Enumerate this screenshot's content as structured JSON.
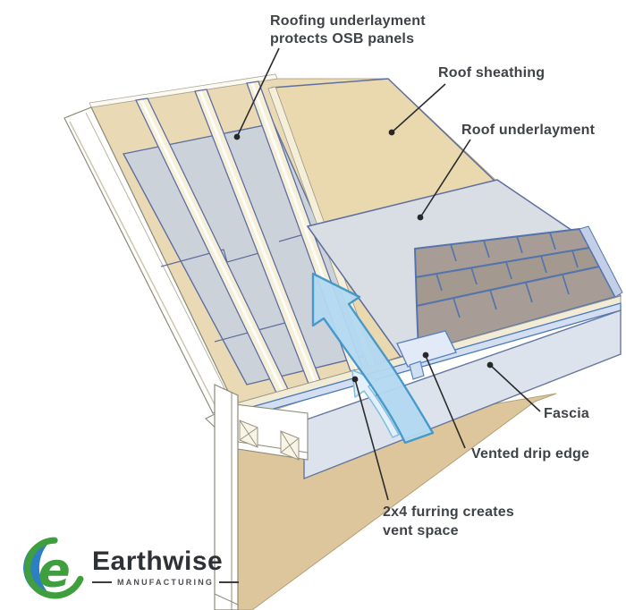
{
  "diagram": {
    "labels": {
      "roofing_underlayment_line1": "Roofing underlayment",
      "roofing_underlayment_line2": "protects OSB panels",
      "roof_sheathing": "Roof sheathing",
      "roof_underlayment": "Roof underlayment",
      "fascia": "Fascia",
      "vented_drip_edge": "Vented drip edge",
      "furring_line1": "2x4 furring creates",
      "furring_line2": "vent space"
    },
    "colors": {
      "deck_tan": "#e9d9b4",
      "sheathing_tan": "#ead8ae",
      "wall_tan": "#ddc69c",
      "underlayment_gray": "#ccd2da",
      "top_underlayment_gray": "#d9dde4",
      "shingle_taupe": "#a79d96",
      "outline_blue": "#5f6f9e",
      "fascia_gray": "#dde3ec",
      "furring_cream": "#f6efd9",
      "arrow_fill": "#b3d9f2",
      "arrow_stroke": "#3e97cb",
      "leader": "#2b2d2f",
      "label_text": "#3f4347"
    }
  },
  "logo": {
    "name": "Earthwise",
    "subtitle": "MANUFACTURING",
    "mark_blue": "#2d7fc3",
    "mark_green": "#3f9e3d"
  }
}
